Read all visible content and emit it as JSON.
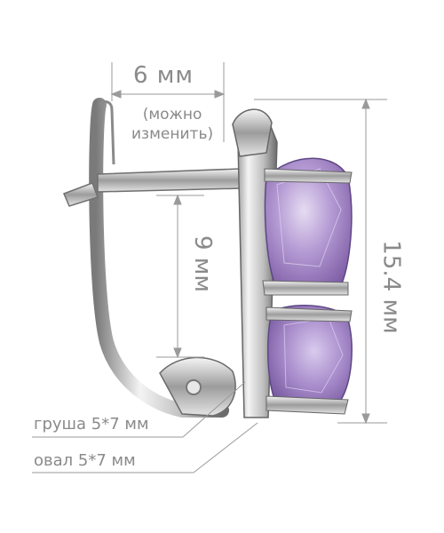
{
  "dimensions": {
    "width_label": "6 мм",
    "width_note_line1": "(можно",
    "width_note_line2": "изменить)",
    "inner_height_label": "9 мм",
    "total_height_label": "15.4 мм"
  },
  "stones": {
    "pear_label": "груша 5*7 мм",
    "oval_label": "овал 5*7 мм"
  },
  "colors": {
    "dimension_line": "#9a9a9a",
    "text": "#8a8a8a",
    "metal_light": "#f2f2f2",
    "metal_dark": "#6e6e6e",
    "stone": "#b9a1d6"
  }
}
